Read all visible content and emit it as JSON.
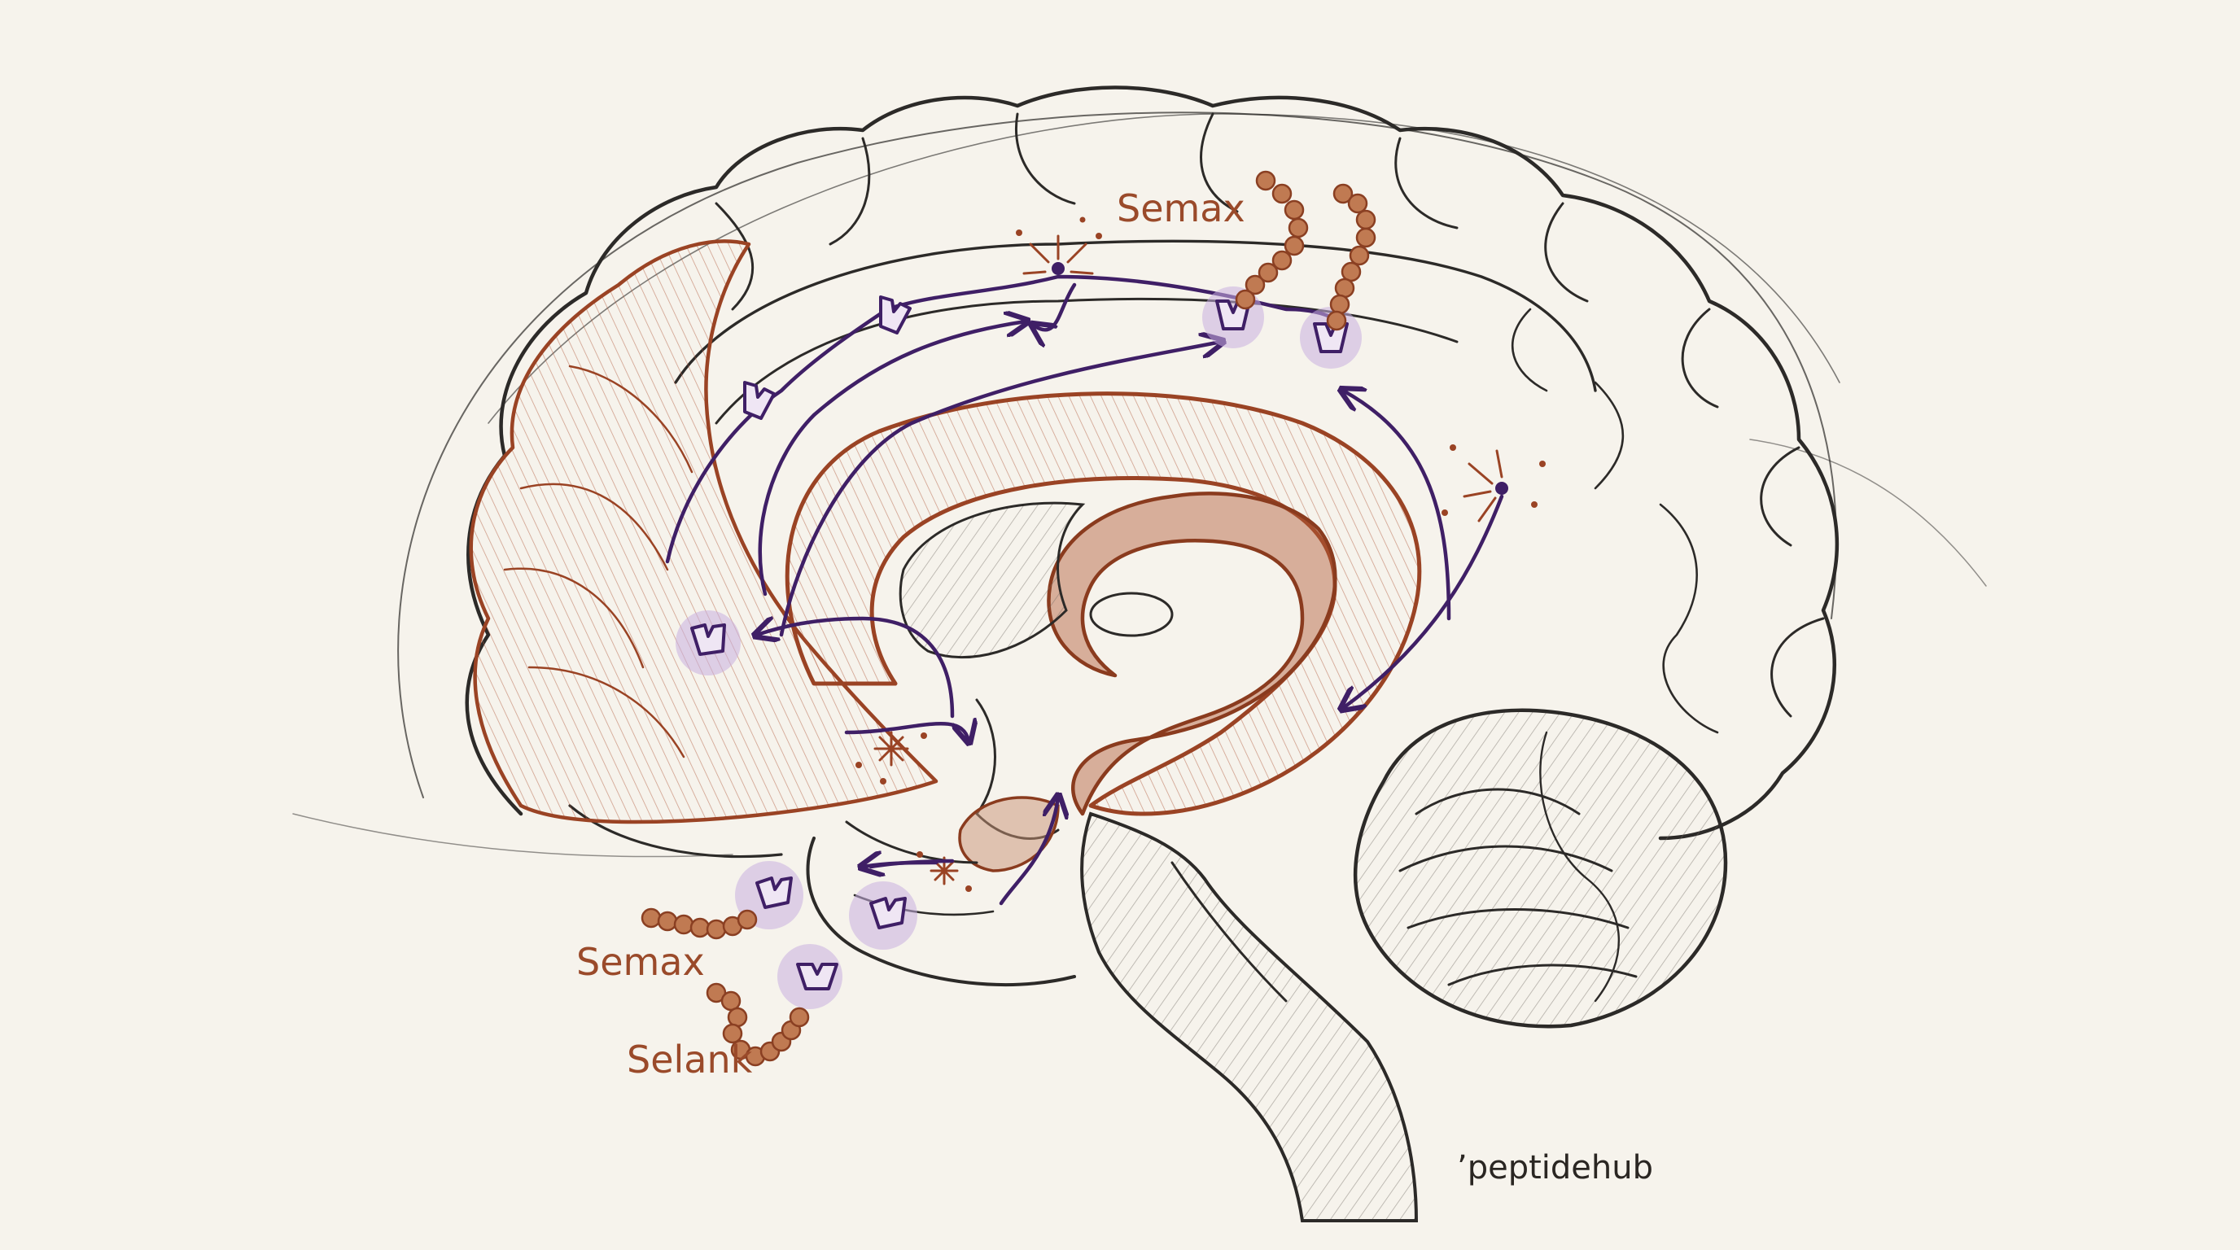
{
  "labels": {
    "semax_top": "Semax",
    "semax_bottom": "Semax",
    "selank": "Selank"
  },
  "watermark": "’peptidehub",
  "colors": {
    "background": "#f6f3ec",
    "pencil": "#2c2a28",
    "cortex_highlight": "#9a4324",
    "pathway": "#3f1f66",
    "receptor_glow": "#c9aee0",
    "peptide_bead": "#c07a52"
  },
  "icons": [
    "brain-sagittal-sketch",
    "peptide-chain",
    "receptor",
    "neuron-burst",
    "pathway-arrow"
  ]
}
